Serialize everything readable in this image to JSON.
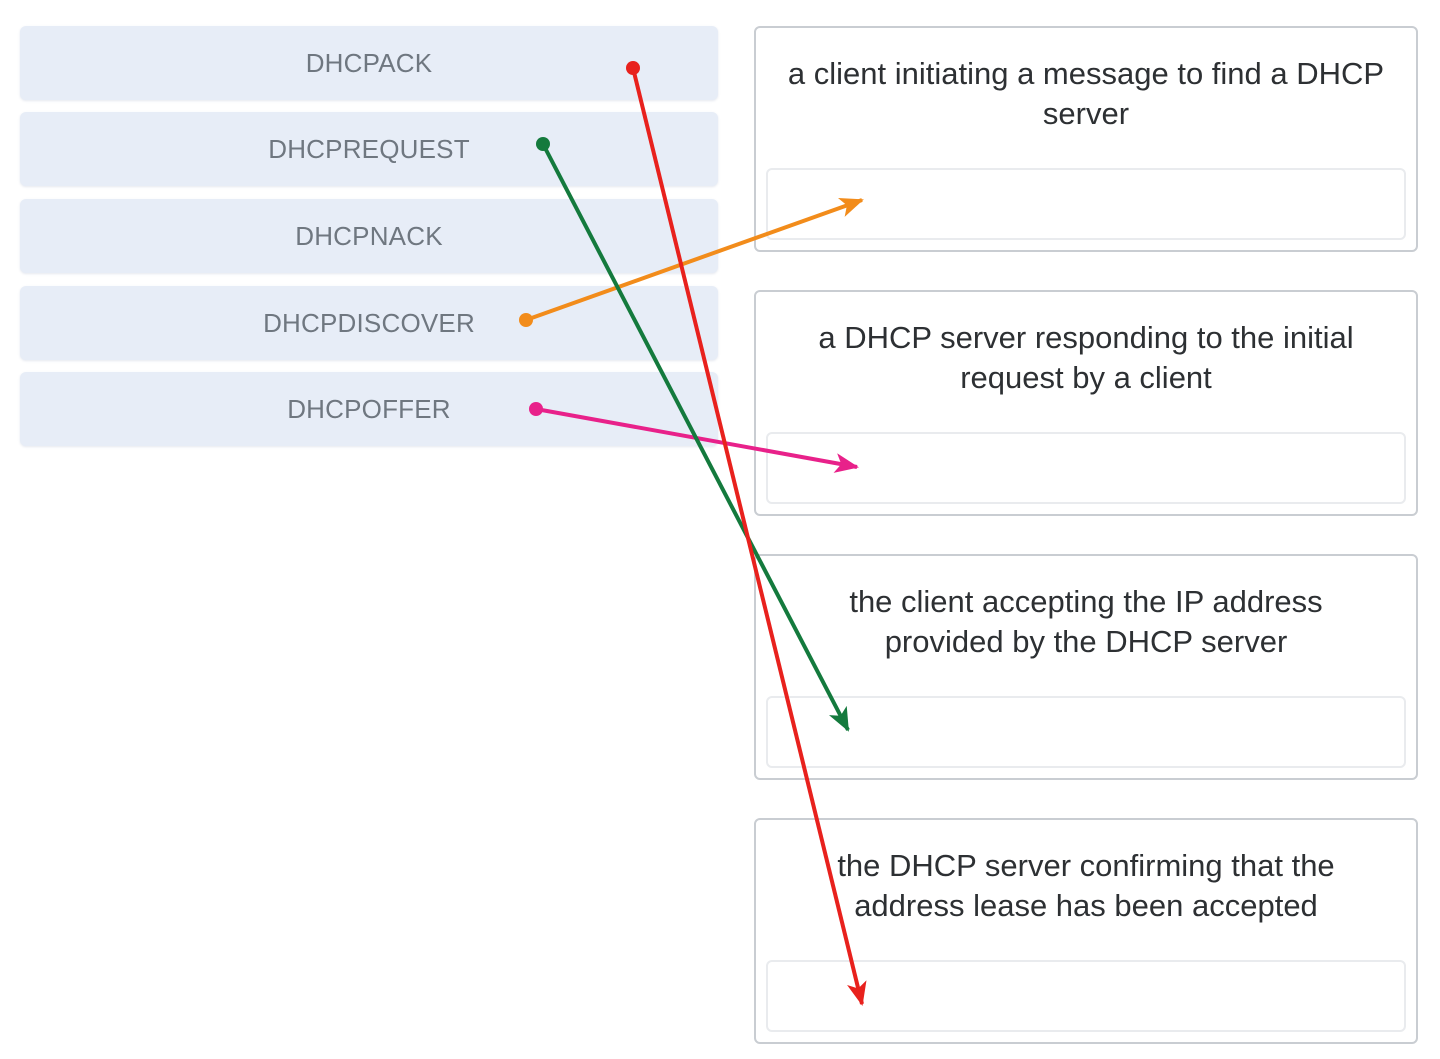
{
  "options": [
    {
      "label": "DHCPACK"
    },
    {
      "label": "DHCPREQUEST"
    },
    {
      "label": "DHCPNACK"
    },
    {
      "label": "DHCPDISCOVER"
    },
    {
      "label": "DHCPOFFER"
    }
  ],
  "targets": [
    {
      "text": "a client initiating a message to find a DHCP server"
    },
    {
      "text": "a DHCP server responding to the initial request by a client"
    },
    {
      "text": "the client accepting the IP address provided by the DHCP server"
    },
    {
      "text": "the DHCP server confirming that the address lease has been accepted"
    }
  ],
  "arrow_colors": {
    "dhcpack": "#e8211d",
    "dhcprequest": "#147a3d",
    "dhcpdiscover": "#f28c1b",
    "dhcpoffer": "#e8218a"
  },
  "matches": [
    {
      "option": "DHCPACK",
      "target_index": 4,
      "color_key": "dhcpack"
    },
    {
      "option": "DHCPREQUEST",
      "target_index": 3,
      "color_key": "dhcprequest"
    },
    {
      "option": "DHCPDISCOVER",
      "target_index": 1,
      "color_key": "dhcpdiscover"
    },
    {
      "option": "DHCPOFFER",
      "target_index": 2,
      "color_key": "dhcpoffer"
    }
  ]
}
